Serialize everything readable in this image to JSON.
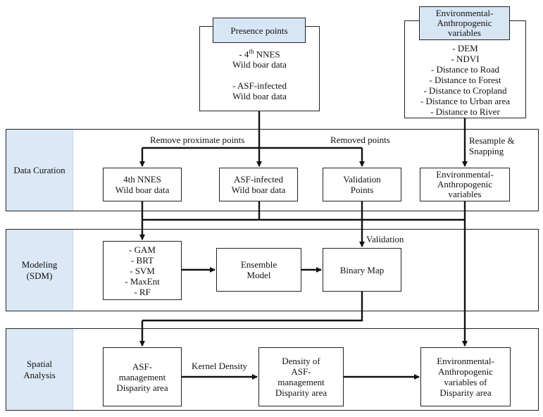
{
  "stages": {
    "curation": [
      "Data Curation"
    ],
    "modeling": [
      "Modeling",
      "(SDM)"
    ],
    "spatial": [
      "Spatial",
      "Analysis"
    ]
  },
  "presence": {
    "header": "Presence points",
    "items": [
      {
        "prefix": "- 4",
        "sup": "th",
        "rest": " NNES"
      },
      "Wild boar data",
      "",
      "- ASF-infected",
      "Wild boar data"
    ]
  },
  "env_top": {
    "header": [
      "Environmental-",
      "Anthropogenic",
      "variables"
    ],
    "items": [
      "- DEM",
      "- NDVI",
      "- Distance to Road",
      "- Distance to Forest",
      "- Distance to Cropland",
      "- Distance to Urban area",
      "- Distance to River"
    ]
  },
  "labels": {
    "remove_proximate": "Remove proximate points",
    "removed_points": "Removed points",
    "resample": [
      "Resample &",
      "Snapping"
    ],
    "validation": "Validation",
    "kernel_density": "Kernel Density"
  },
  "curation_boxes": {
    "nnes": [
      "4th NNES",
      "Wild boar data"
    ],
    "asf": [
      "ASF-infected",
      "Wild boar data"
    ],
    "validation": [
      "Validation",
      "Points"
    ],
    "env": [
      "Environmental-",
      "Anthropogenic",
      "variables"
    ]
  },
  "modeling_boxes": {
    "models": [
      "- GAM",
      "- BRT",
      "- SVM",
      "- MaxEnt",
      "- RF"
    ],
    "ensemble": [
      "Ensemble",
      "Model"
    ],
    "binary": [
      "Binary Map"
    ]
  },
  "spatial_boxes": {
    "asf_mgmt": [
      "ASF-",
      "management",
      "Disparity area"
    ],
    "density": [
      "Density of",
      "ASF-",
      "management",
      "Disparity area"
    ],
    "env_disp": [
      "Environmental-",
      "Anthropogenic",
      "variables of",
      "Disparity area"
    ]
  }
}
